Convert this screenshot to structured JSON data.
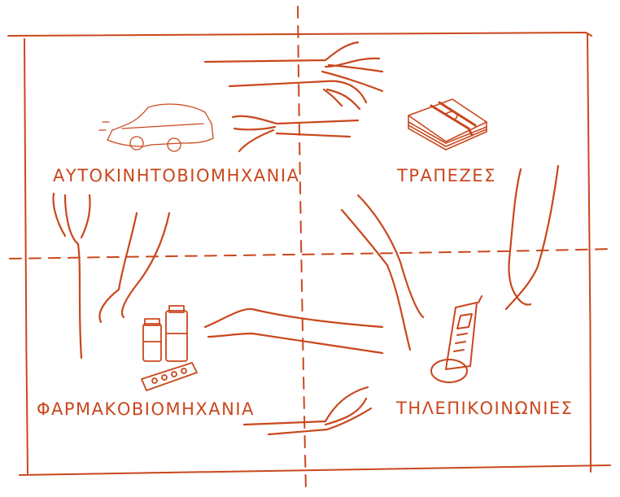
{
  "colors": {
    "ink": "#c9471d",
    "background": "#ffffff"
  },
  "quadrants": [
    {
      "label": "ΑΥΤΟΚΙΝΗΤΟΒΙΟΜΗΧΑΝΙΑ",
      "icon": "car-icon"
    },
    {
      "label": "ΤΡΑΠΕΖΕΣ",
      "icon": "money-stack-icon"
    },
    {
      "label": "ΦΑΡΜΑΚΟΒΙΟΜΗΧΑΝΙΑ",
      "icon": "medicine-icon"
    },
    {
      "label": "ΤΗΛΕΠΙΚΟΙΝΩΝΙΕΣ",
      "icon": "phone-icon"
    }
  ]
}
